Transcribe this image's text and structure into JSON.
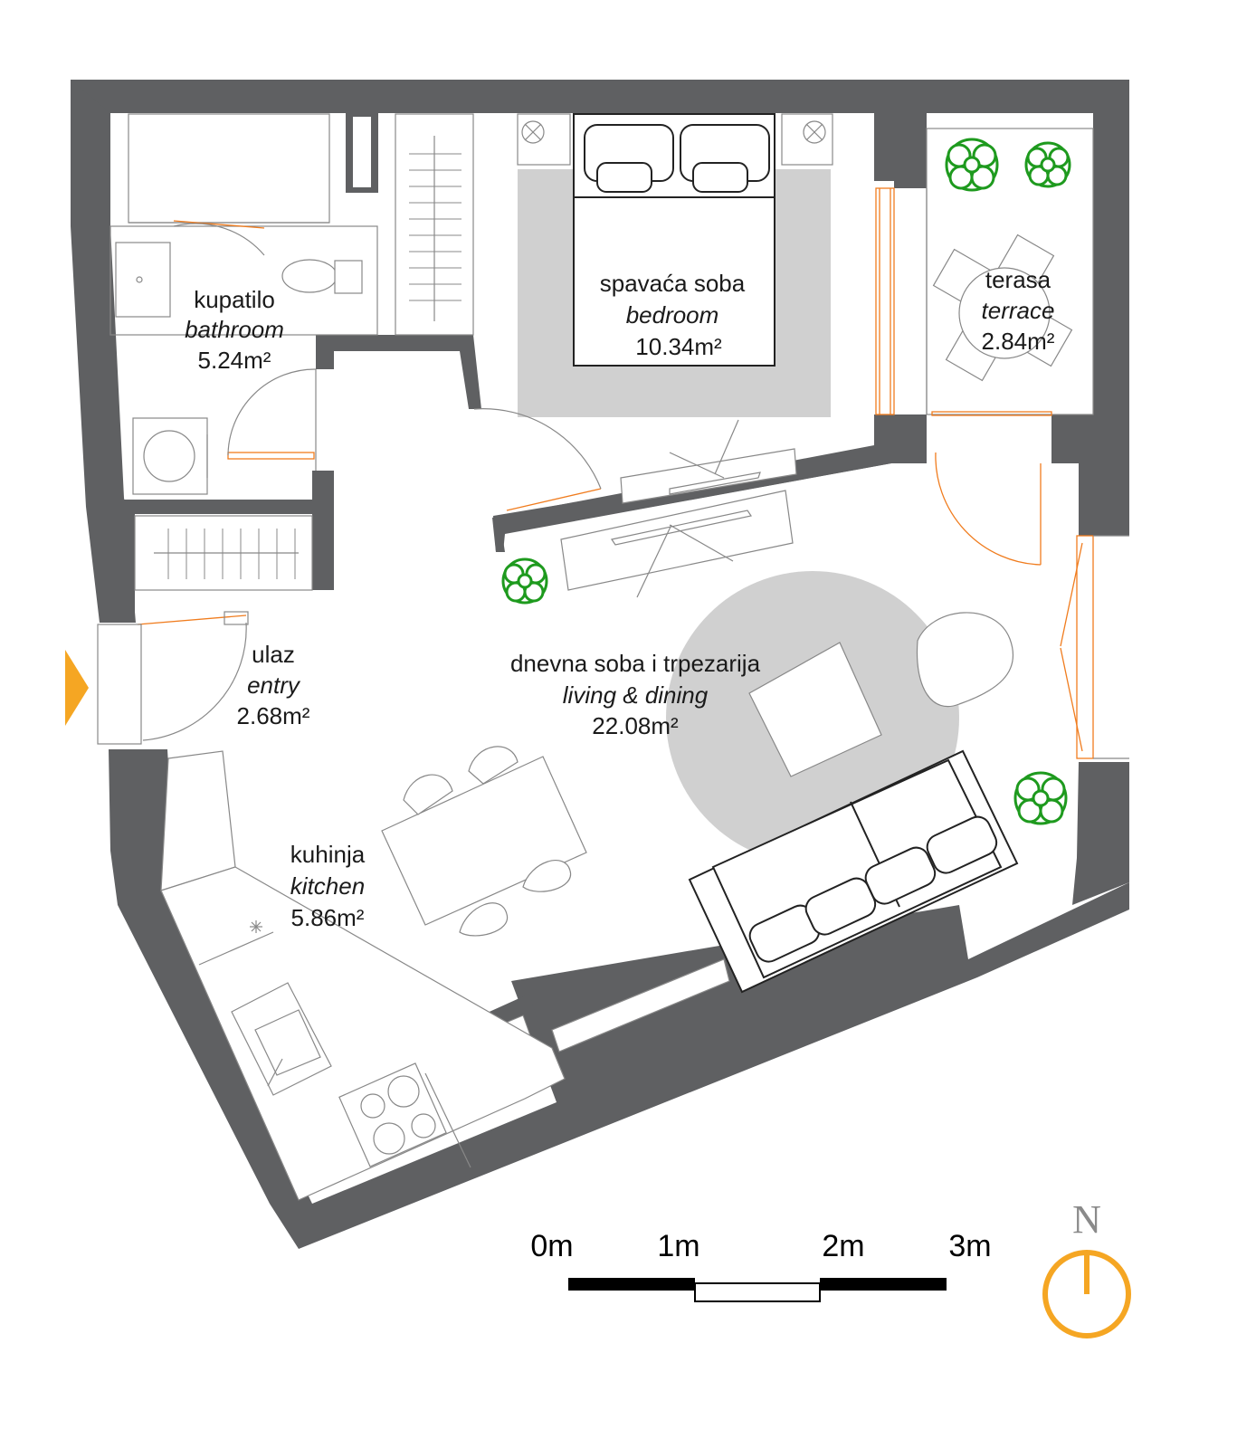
{
  "plan": {
    "rooms": [
      {
        "id": "bathroom",
        "name_local": "kupatilo",
        "name_en": "bathroom",
        "area": "5.24m²"
      },
      {
        "id": "bedroom",
        "name_local": "spavaća soba",
        "name_en": "bedroom",
        "area": "10.34m²"
      },
      {
        "id": "terrace",
        "name_local": "terasa",
        "name_en": "terrace",
        "area": "2.84m²"
      },
      {
        "id": "entry",
        "name_local": "ulaz",
        "name_en": "entry",
        "area": "2.68m²"
      },
      {
        "id": "living",
        "name_local": "dnevna soba i trpezarija",
        "name_en": "living & dining",
        "area": "22.08m²"
      },
      {
        "id": "kitchen",
        "name_local": "kuhinja",
        "name_en": "kitchen",
        "area": "5.86m²"
      }
    ],
    "scale": {
      "labels": [
        "0m",
        "1m",
        "2m",
        "3m"
      ]
    },
    "north": {
      "label": "N"
    },
    "colors": {
      "wall": "#5f6062",
      "rug": "#d0d0d0",
      "door": "#f07c1e",
      "plant": "#1e9a1e",
      "entry_arrow": "#f5a623",
      "compass": "#f5a623"
    }
  }
}
